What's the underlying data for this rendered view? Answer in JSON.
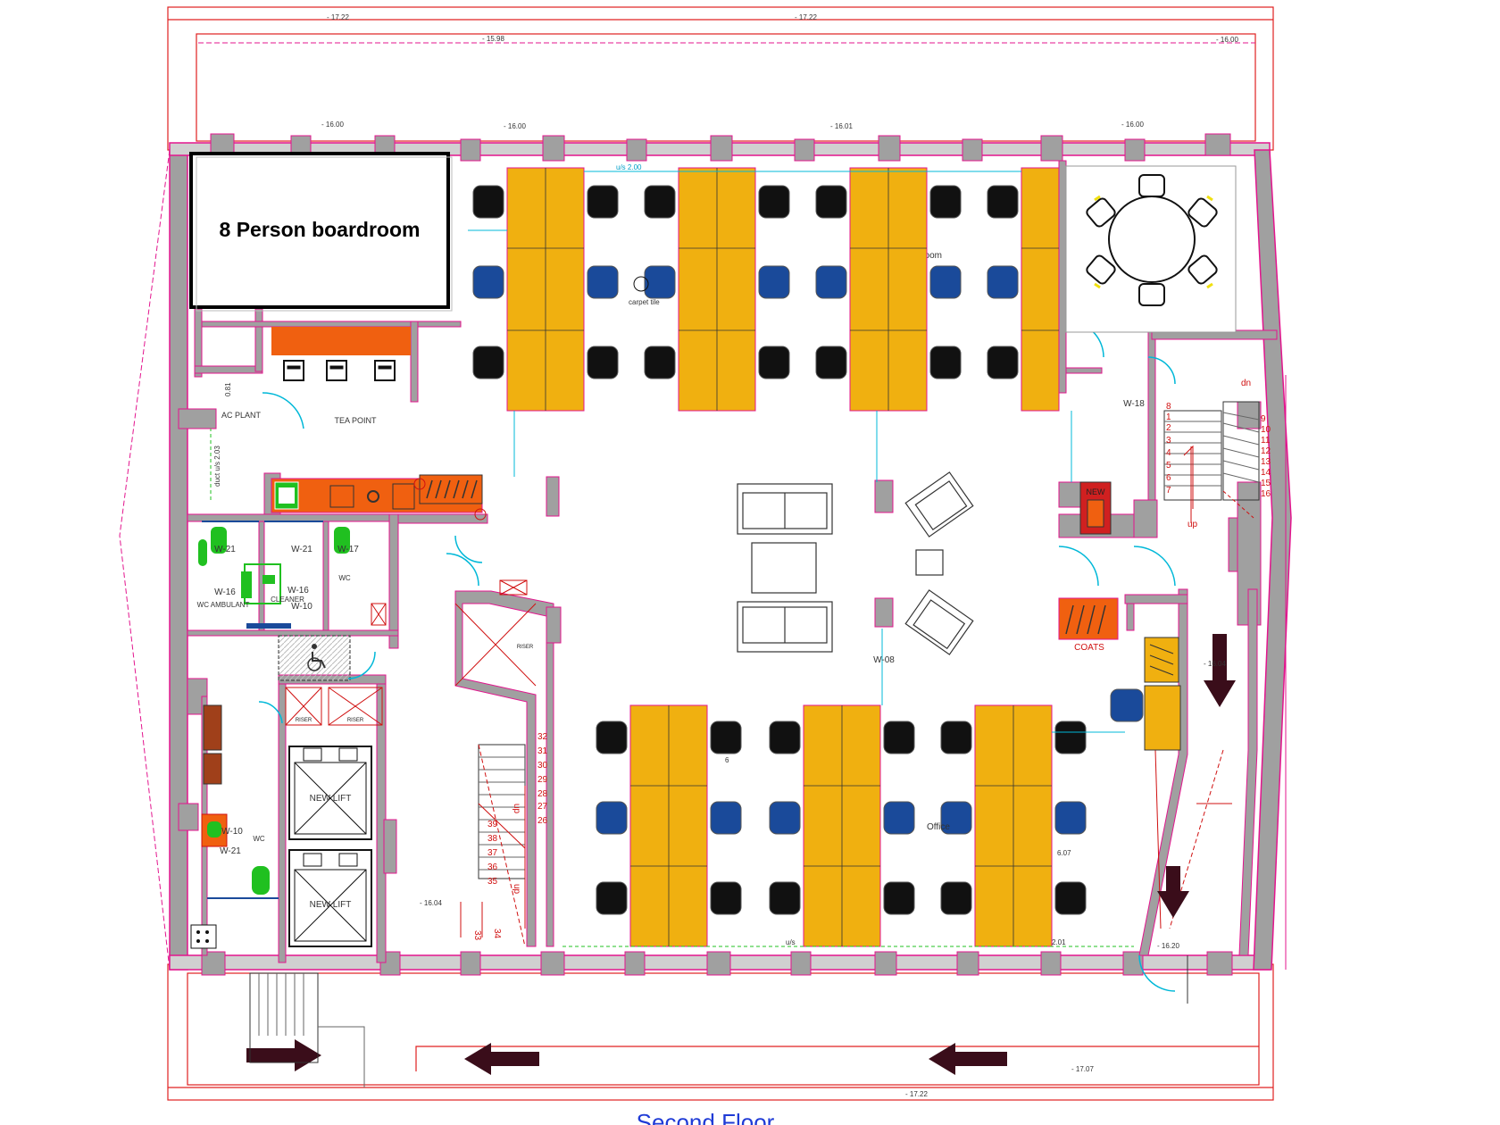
{
  "colors": {
    "wall": "#a0a0a0",
    "outline": "#e3158e",
    "red_line": "#e02020",
    "desk": "#f0b010",
    "chair_black": "#111111",
    "chair_blue": "#1a4a9a",
    "orange": "#f06010",
    "green": "#20c020",
    "cyan": "#00b8d8",
    "arrow": "#3a0d1a",
    "title_blue": "#1f3bd6"
  },
  "boardroom": {
    "label": "8 Person boardroom"
  },
  "floor_title": "Second Floor",
  "dimensions": {
    "top_outer_left": "- 17.22",
    "top_outer_right": "- 17.22",
    "top_inner_left": "- 15.98",
    "top_inner_right": "- 16.00",
    "facade_1": "- 16.00",
    "facade_2": "- 16.00",
    "facade_3": "- 16.01",
    "facade_4": "- 16.00",
    "bottom_outer": "- 17.22",
    "bottom_right": "- 17.07",
    "stair_left": "- 16.04",
    "stair_right_lower": "- 16.20",
    "stair_right_upper": "- 16.04",
    "us_top": "u/s 2.00",
    "us_bottom": "u/s",
    "us_bottom_right": "2.01",
    "office_level": "6.07",
    "ac_level": "0.81",
    "duct": "duct u/s 2.03"
  },
  "room_labels": {
    "meeting_room": "g Room",
    "carpet": "carpet tile",
    "ac_plant": "AC PLANT",
    "tea_point": "TEA POINT",
    "w18": "W-18",
    "w21_a": "W-21",
    "w21_b": "W-21",
    "w17": "W-17",
    "w16": "W-16",
    "wc_ambulant": "WC AMBULANT",
    "w16_cleaner": "W-16",
    "cleaner": "CLEANER",
    "w10_a": "W-10",
    "wc_a": "WC",
    "riser_a": "RISER",
    "riser_b": "RISER",
    "riser_c": "RISER",
    "new_lift_1": "NEW LIFT",
    "new_lift_2": "NEW LIFT",
    "w10_b": "W-10",
    "w21_c": "W-21",
    "wc_b": "WC",
    "w08": "W-08",
    "office": "Office",
    "coats": "COATS",
    "new": "NEW"
  },
  "stair_numbers_left": [
    "32",
    "31",
    "30",
    "29",
    "28",
    "27",
    "26"
  ],
  "stair_numbers_left_lower": [
    "39",
    "38",
    "37",
    "36",
    "35"
  ],
  "stair_numbers_right": [
    "8",
    "9",
    "10",
    "11",
    "12",
    "13",
    "14",
    "15",
    "16"
  ],
  "stair_numbers_right_2": [
    "1",
    "2",
    "3",
    "4",
    "5",
    "6",
    "7"
  ],
  "stair_marks": {
    "up": "up",
    "dn": "dn",
    "n33": "33",
    "n34": "34",
    "n6": "6"
  }
}
